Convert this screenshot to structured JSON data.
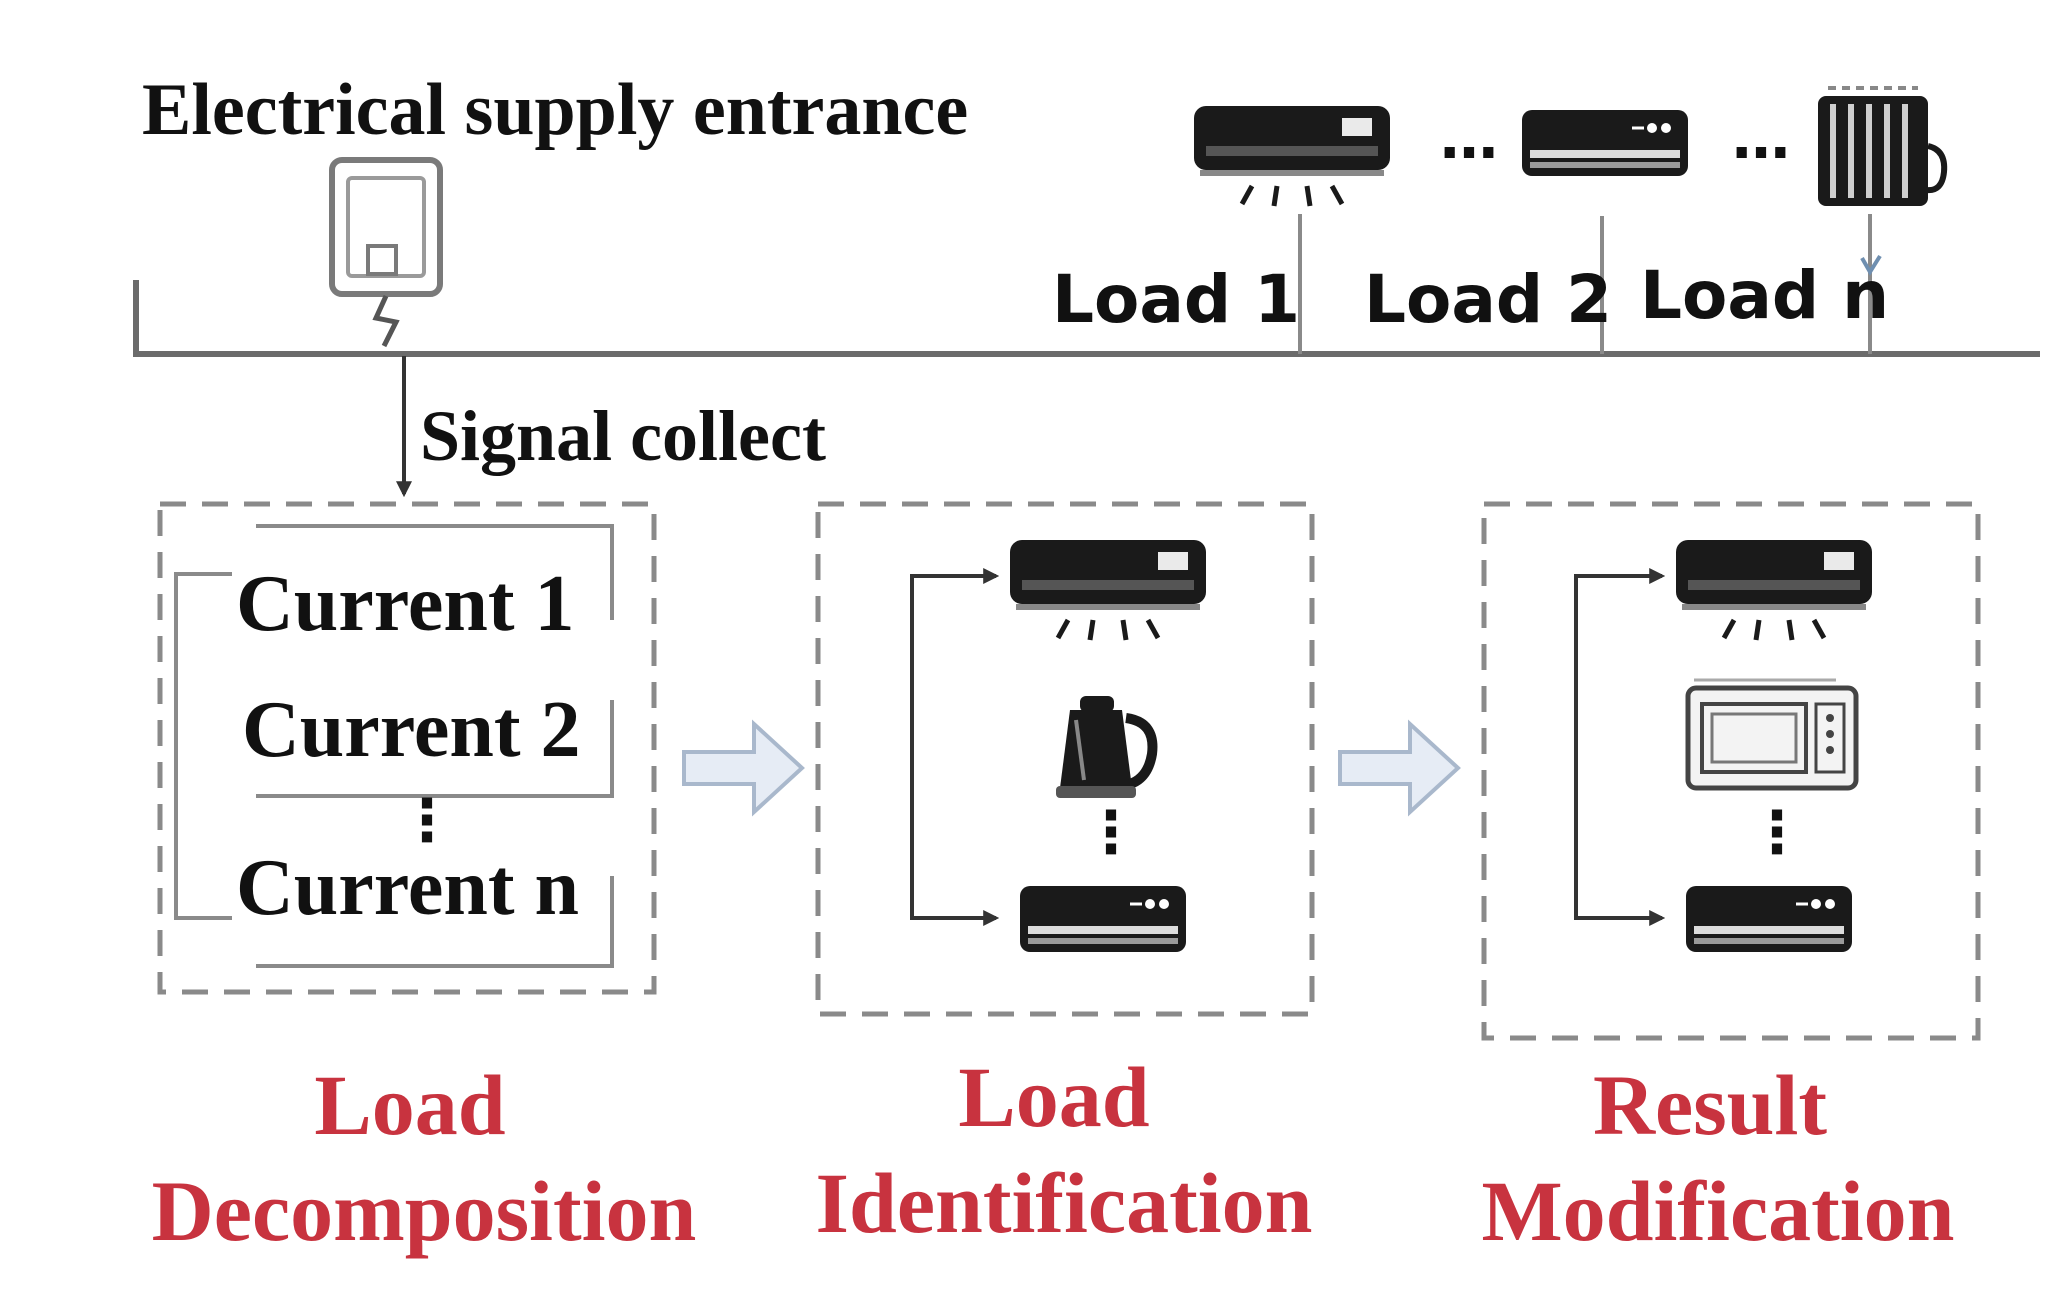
{
  "diagram": {
    "supply_label": "Electrical supply entrance",
    "signal_label": "Signal collect",
    "ellipsis": "…",
    "vertical_dots": "⋮",
    "loads": [
      {
        "label": "Load 1",
        "device": "air-conditioner"
      },
      {
        "label": "Load 2",
        "device": "wall-unit"
      },
      {
        "label": "Load n",
        "device": "heater"
      }
    ],
    "currents": [
      "Current 1",
      "Current 2",
      "Current n"
    ],
    "stages": [
      {
        "line1": "Load",
        "line2": "Decomposition"
      },
      {
        "line1": "Load",
        "line2": "Identification",
        "devices": [
          "air-conditioner",
          "kettle",
          "wall-unit"
        ]
      },
      {
        "line1": "Result",
        "line2": "Modification",
        "devices": [
          "air-conditioner",
          "microwave",
          "wall-unit"
        ]
      }
    ],
    "colors": {
      "stage_label": "#c8333f",
      "arrow_fill": "#e6ecf5",
      "arrow_stroke": "#a9b8cc"
    }
  }
}
